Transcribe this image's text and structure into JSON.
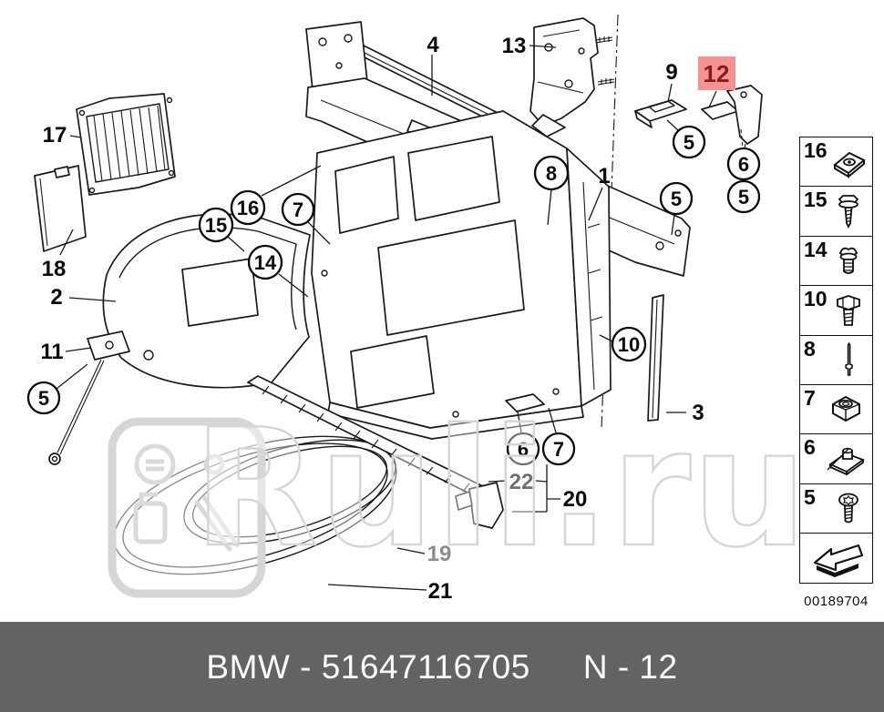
{
  "watermark": {
    "text": "Ruli.ru"
  },
  "footer": {
    "brand_part": "BMW - 51647116705",
    "page_code": "N - 12"
  },
  "colors": {
    "highlight_bg": "#f59393",
    "highlight_fg": "#8c1a1a",
    "footer_bg": "#646264",
    "watermark_gray": "#d6d6d6"
  },
  "diagram": {
    "highlighted": {
      "label": "12"
    },
    "labels": {
      "p17": "17",
      "p18": "18",
      "p2": "2",
      "p11": "11",
      "p4": "4",
      "p13": "13",
      "p9": "9",
      "p1": "1",
      "p3": "3",
      "p22": "22",
      "p20": "20",
      "p19": "19",
      "p21": "21"
    },
    "circles": {
      "left_5": "5",
      "mid_15": "15",
      "mid_16": "16",
      "mid_7": "7",
      "mid_14": "14",
      "top_8": "8",
      "beam_5": "5",
      "bracket9_5": "5",
      "bracket12_6": "6",
      "bracket12_5": "5",
      "side_10": "10",
      "bottom_6": "6",
      "bottom_7": "7"
    }
  },
  "sidebar": {
    "items": [
      {
        "num": "16",
        "icon": "clip-nut-icon"
      },
      {
        "num": "15",
        "icon": "screw-with-washer-icon"
      },
      {
        "num": "14",
        "icon": "expansion-rivet-icon"
      },
      {
        "num": "10",
        "icon": "hex-bolt-icon"
      },
      {
        "num": "8",
        "icon": "stud-pin-icon"
      },
      {
        "num": "7",
        "icon": "hex-nut-icon"
      },
      {
        "num": "6",
        "icon": "clip-nut-stud-icon"
      },
      {
        "num": "5",
        "icon": "torx-screw-icon"
      }
    ],
    "doc_number": "00189704"
  }
}
